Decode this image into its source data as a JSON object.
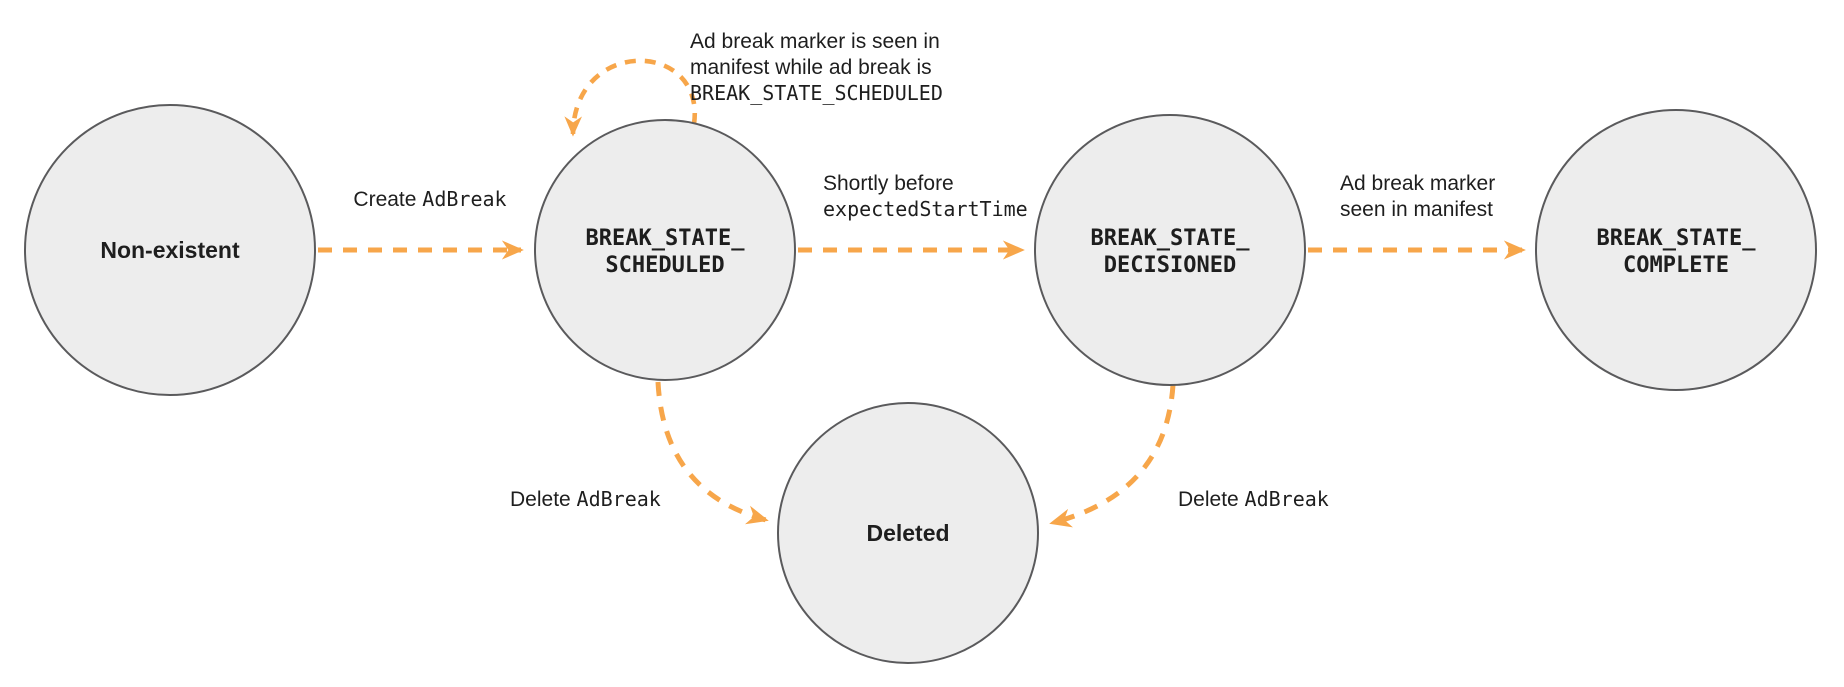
{
  "colors": {
    "arrow": "#F7A64A",
    "node_fill": "#EDEDED",
    "node_stroke": "#5A5A5C",
    "text": "#1E1E1E"
  },
  "nodes": {
    "non_existent": {
      "label": "Non-existent"
    },
    "scheduled": {
      "line1": "BREAK_STATE_",
      "line2": "SCHEDULED"
    },
    "decisioned": {
      "line1": "BREAK_STATE_",
      "line2": "DECISIONED"
    },
    "complete": {
      "line1": "BREAK_STATE_",
      "line2": "COMPLETE"
    },
    "deleted": {
      "label": "Deleted"
    }
  },
  "edges": {
    "create": {
      "text": "Create ",
      "code": "AdBreak"
    },
    "marker_seen_loop": {
      "line1": "Ad break marker is seen in",
      "line2": "manifest while ad break is",
      "code": "BREAK_STATE_SCHEDULED"
    },
    "shortly_before": {
      "text": "Shortly before",
      "code": "expectedStartTime"
    },
    "marker_seen": {
      "line1": "Ad break marker",
      "line2": "seen in manifest"
    },
    "delete_scheduled": {
      "text": "Delete ",
      "code": "AdBreak"
    },
    "delete_decisioned": {
      "text": "Delete ",
      "code": "AdBreak"
    }
  }
}
